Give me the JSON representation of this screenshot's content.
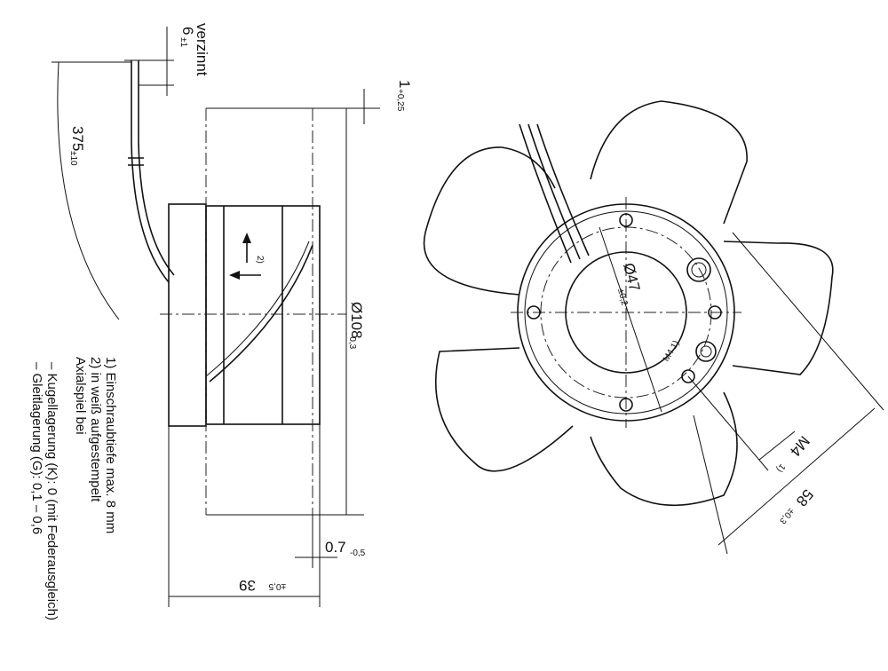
{
  "side_view": {
    "wire_label": "verzinnt",
    "wire_tol_main": "6",
    "wire_tol_sub": "±1",
    "wire_length_main": "375",
    "wire_length_sub": "±10",
    "depth_main": "1",
    "depth_sub": "+0,25",
    "diameter_main": "Ø108",
    "diameter_sub": "-0,3",
    "offset_main": "0.7",
    "offset_sub": "-0,5",
    "width_main": "39",
    "width_sub": "±0,5",
    "marker": "2)"
  },
  "notes": {
    "n1": "1) Einschraubtiefe max. 8 mm",
    "n2": "2) in weiß aufgestempelt",
    "n3": "Axialspiel bei",
    "n4": "– Kugellagerung (K): 0 (mit Federausgleich)",
    "n5": "– Gleitlagerung (G): 0,1 – 0,6"
  },
  "front_view": {
    "bolt_circle_main": "Ø47",
    "bolt_circle_sub": "±0,2",
    "thread_small": "M4 1)",
    "thread_label": "M4",
    "thread_marker": "1)",
    "spacing_main": "58",
    "spacing_sub": "±0,3"
  }
}
